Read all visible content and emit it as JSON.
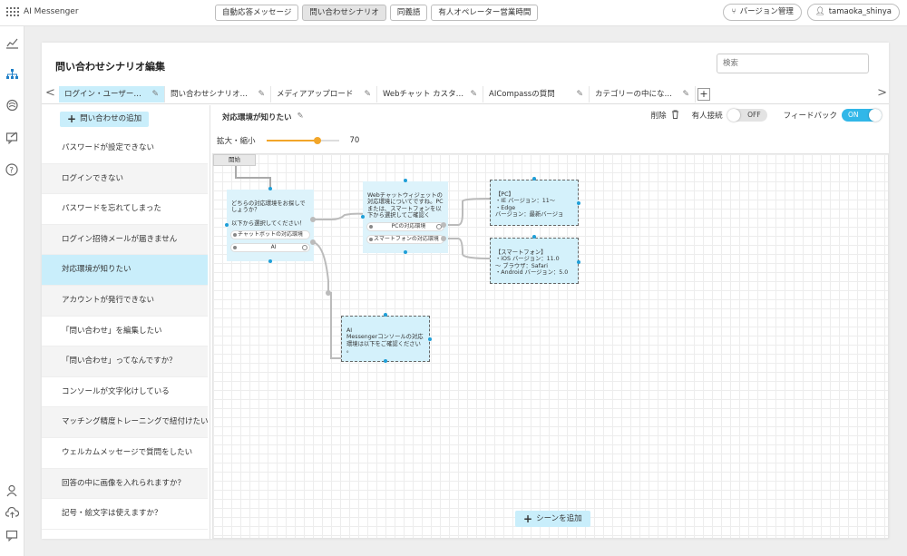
{
  "app": {
    "name": "AI Messenger"
  },
  "nav": {
    "tabs": [
      {
        "label": "自動応答メッセージ",
        "active": false
      },
      {
        "label": "問い合わせシナリオ",
        "active": true
      },
      {
        "label": "同義語",
        "active": false
      },
      {
        "label": "有人オペレーター営業時間",
        "active": false
      }
    ],
    "version_button": "バージョン管理",
    "user": "tamaoka_shinya"
  },
  "page": {
    "title": "問い合わせシナリオ編集",
    "search_placeholder": "検索"
  },
  "scenario_tabs": [
    {
      "label": "ログイン・ユーザー管理",
      "active": true
    },
    {
      "label": "問い合わせシナリオ編集",
      "active": false
    },
    {
      "label": "メディアアップロード",
      "active": false
    },
    {
      "label": "Webチャット カスタマイズ",
      "active": false
    },
    {
      "label": "AICompassの質問",
      "active": false
    },
    {
      "label": "カテゴリーの中になる質問",
      "active": false
    }
  ],
  "sidebar": {
    "add_button": "問い合わせの追加",
    "items": [
      {
        "label": "パスワードが設定できない",
        "selected": false
      },
      {
        "label": "ログインできない",
        "selected": false
      },
      {
        "label": "パスワードを忘れてしまった",
        "selected": false
      },
      {
        "label": "ログイン招待メールが届きません",
        "selected": false
      },
      {
        "label": "対応環境が知りたい",
        "selected": true
      },
      {
        "label": "アカウントが発行できない",
        "selected": false
      },
      {
        "label": "「問い合わせ」を編集したい",
        "selected": false
      },
      {
        "label": "「問い合わせ」ってなんですか？",
        "selected": false
      },
      {
        "label": "コンソールが文字化けしている",
        "selected": false
      },
      {
        "label": "マッチング精度トレーニングで紐付けたい",
        "selected": false
      },
      {
        "label": "ウェルカムメッセージで質問をしたい",
        "selected": false
      },
      {
        "label": "回答の中に画像を入れられますか？",
        "selected": false
      },
      {
        "label": "記号・絵文字は使えますか？",
        "selected": false
      }
    ]
  },
  "editor": {
    "scenario_title": "対応環境が知りたい",
    "delete_label": "削除",
    "human_label": "有人接続",
    "human_toggle": "OFF",
    "feedback_label": "フィードバック",
    "feedback_toggle": "ON",
    "zoom_label": "拡大・縮小",
    "zoom_value": "70",
    "zoom_fraction": 0.7,
    "add_scene": "シーンを追加"
  },
  "flow": {
    "start": "開始",
    "node1": {
      "text": "どちらの対応環境をお探しでしょうか？\n\n以下から選択してください！",
      "options": [
        "チャットボットの対応環境",
        "AI"
      ]
    },
    "node2": {
      "text": "Webチャットウィジェットの対応環境についてですね。PCまたは、スマートフォンを以下から選択してご確認く",
      "options": [
        "PCの対応環境",
        "スマートフォンの対応環境"
      ]
    },
    "node3": {
      "text": "【PC】\n・IE バージョン：11～\n・Edge\nバージョン：最新バージョ"
    },
    "node4": {
      "text": "【スマートフォン】\n・iOS バージョン：11.0\n～ ブラウザ：Safari\n・Android バージョン：5.0"
    },
    "node5": {
      "text": "AI\nMessengerコンソールの対応環境は以下をご確認ください\n。"
    }
  },
  "colors": {
    "accent": "#c9eefb",
    "toggle_on": "#31b7e8",
    "slider": "#f2a62a"
  }
}
